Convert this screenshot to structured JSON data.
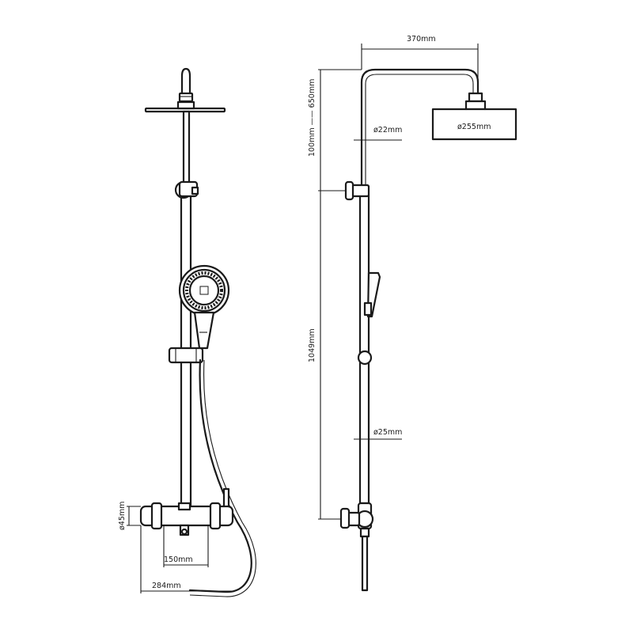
{
  "dimensions": {
    "arm_width": "370mm",
    "head_diameter": "ø255mm",
    "pipe_upper_diameter": "ø22mm",
    "pipe_lower_diameter": "ø25mm",
    "height_adjust": "100mm —— 650mm",
    "rail_height": "1049mm",
    "valve_diameter": "ø45mm",
    "inlet_spacing": "150mm",
    "valve_width": "284mm"
  },
  "colors": {
    "line": "#1a1a1a",
    "background": "#ffffff"
  }
}
